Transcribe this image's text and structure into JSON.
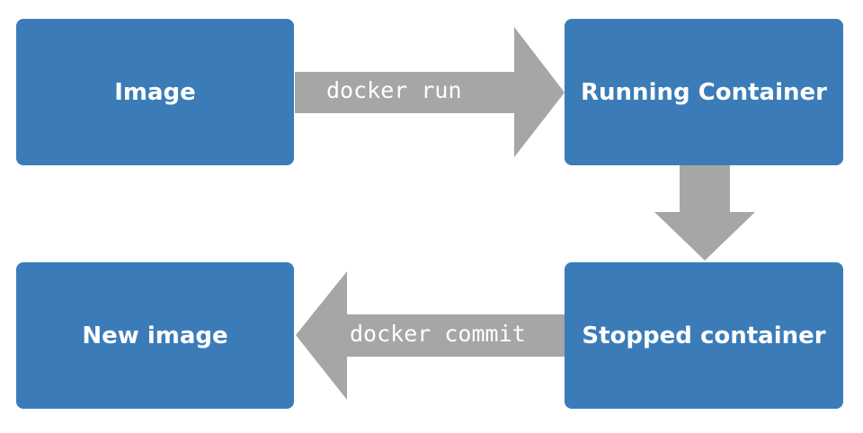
{
  "colors": {
    "box_fill": "#3b7cb8",
    "arrow_fill": "#a6a6a6",
    "text": "#ffffff"
  },
  "boxes": {
    "image": "Image",
    "running": "Running Container",
    "stopped": "Stopped container",
    "new_image": "New image"
  },
  "arrows": {
    "run": "docker run",
    "commit": "docker commit"
  }
}
